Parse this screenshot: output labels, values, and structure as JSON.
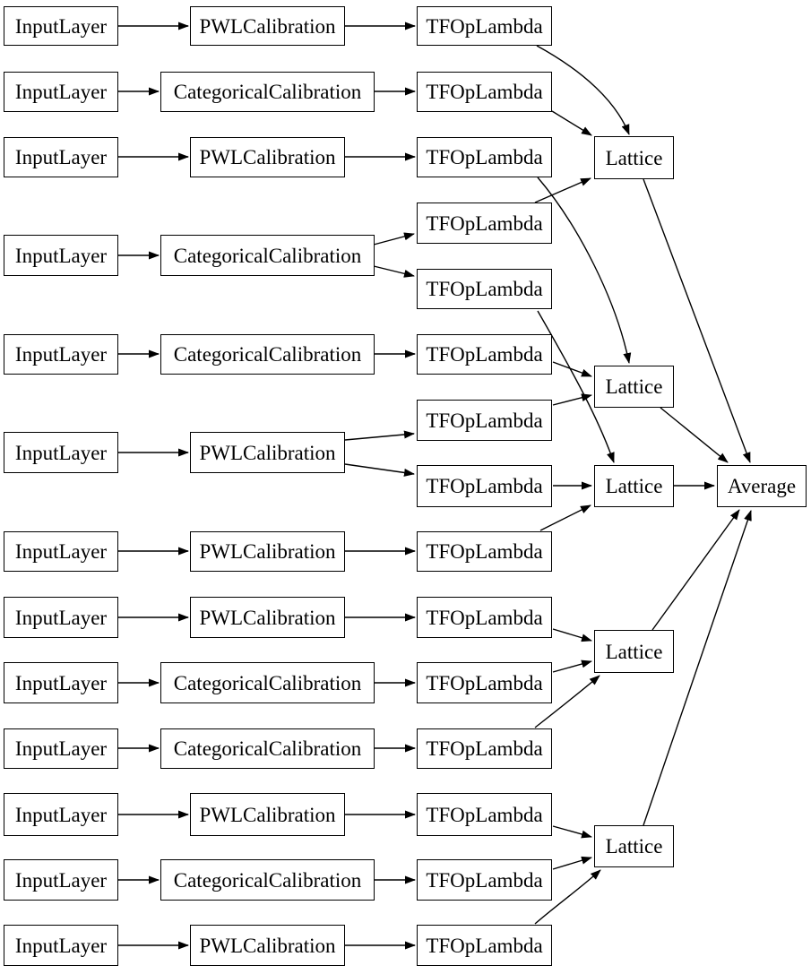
{
  "diagram": {
    "kind": "neural-network-model-graph",
    "background_color": "#ffffff",
    "node_fill_color": "#ffffff",
    "node_border_color": "#000000",
    "edge_color": "#000000"
  },
  "nodes": {
    "in1": {
      "label": "InputLayer"
    },
    "in2": {
      "label": "InputLayer"
    },
    "in3": {
      "label": "InputLayer"
    },
    "in4": {
      "label": "InputLayer"
    },
    "in5": {
      "label": "InputLayer"
    },
    "in6": {
      "label": "InputLayer"
    },
    "in7": {
      "label": "InputLayer"
    },
    "in8": {
      "label": "InputLayer"
    },
    "in9": {
      "label": "InputLayer"
    },
    "in10": {
      "label": "InputLayer"
    },
    "in11": {
      "label": "InputLayer"
    },
    "in12": {
      "label": "InputLayer"
    },
    "in13": {
      "label": "InputLayer"
    },
    "cal1": {
      "label": "PWLCalibration"
    },
    "cal2": {
      "label": "CategoricalCalibration"
    },
    "cal3": {
      "label": "PWLCalibration"
    },
    "cal4": {
      "label": "CategoricalCalibration"
    },
    "cal5": {
      "label": "CategoricalCalibration"
    },
    "cal6": {
      "label": "PWLCalibration"
    },
    "cal7": {
      "label": "PWLCalibration"
    },
    "cal8": {
      "label": "PWLCalibration"
    },
    "cal9": {
      "label": "CategoricalCalibration"
    },
    "cal10": {
      "label": "CategoricalCalibration"
    },
    "cal11": {
      "label": "PWLCalibration"
    },
    "cal12": {
      "label": "CategoricalCalibration"
    },
    "cal13": {
      "label": "PWLCalibration"
    },
    "tf1": {
      "label": "TFOpLambda"
    },
    "tf2": {
      "label": "TFOpLambda"
    },
    "tf3": {
      "label": "TFOpLambda"
    },
    "tf4": {
      "label": "TFOpLambda"
    },
    "tf5": {
      "label": "TFOpLambda"
    },
    "tf6": {
      "label": "TFOpLambda"
    },
    "tf7": {
      "label": "TFOpLambda"
    },
    "tf8": {
      "label": "TFOpLambda"
    },
    "tf9": {
      "label": "TFOpLambda"
    },
    "tf10": {
      "label": "TFOpLambda"
    },
    "tf11": {
      "label": "TFOpLambda"
    },
    "tf12": {
      "label": "TFOpLambda"
    },
    "tf13": {
      "label": "TFOpLambda"
    },
    "tf14": {
      "label": "TFOpLambda"
    },
    "tf15": {
      "label": "TFOpLambda"
    },
    "lat1": {
      "label": "Lattice"
    },
    "lat2": {
      "label": "Lattice"
    },
    "lat3": {
      "label": "Lattice"
    },
    "lat4": {
      "label": "Lattice"
    },
    "lat5": {
      "label": "Lattice"
    },
    "avg": {
      "label": "Average"
    }
  },
  "edges": [
    [
      "in1",
      "cal1"
    ],
    [
      "in2",
      "cal2"
    ],
    [
      "in3",
      "cal3"
    ],
    [
      "in4",
      "cal4"
    ],
    [
      "in5",
      "cal5"
    ],
    [
      "in6",
      "cal6"
    ],
    [
      "in7",
      "cal7"
    ],
    [
      "in8",
      "cal8"
    ],
    [
      "in9",
      "cal9"
    ],
    [
      "in10",
      "cal10"
    ],
    [
      "in11",
      "cal11"
    ],
    [
      "in12",
      "cal12"
    ],
    [
      "in13",
      "cal13"
    ],
    [
      "cal1",
      "tf1"
    ],
    [
      "cal2",
      "tf2"
    ],
    [
      "cal3",
      "tf3"
    ],
    [
      "cal4",
      "tf4"
    ],
    [
      "cal4",
      "tf5"
    ],
    [
      "cal5",
      "tf6"
    ],
    [
      "cal6",
      "tf7"
    ],
    [
      "cal6",
      "tf8"
    ],
    [
      "cal7",
      "tf9"
    ],
    [
      "cal8",
      "tf10"
    ],
    [
      "cal9",
      "tf11"
    ],
    [
      "cal10",
      "tf12"
    ],
    [
      "cal11",
      "tf13"
    ],
    [
      "cal12",
      "tf14"
    ],
    [
      "cal13",
      "tf15"
    ],
    [
      "tf1",
      "lat1"
    ],
    [
      "tf2",
      "lat1"
    ],
    [
      "tf4",
      "lat1"
    ],
    [
      "tf3",
      "lat2"
    ],
    [
      "tf6",
      "lat2"
    ],
    [
      "tf7",
      "lat2"
    ],
    [
      "tf5",
      "lat3"
    ],
    [
      "tf8",
      "lat3"
    ],
    [
      "tf9",
      "lat3"
    ],
    [
      "tf10",
      "lat4"
    ],
    [
      "tf11",
      "lat4"
    ],
    [
      "tf12",
      "lat4"
    ],
    [
      "tf13",
      "lat5"
    ],
    [
      "tf14",
      "lat5"
    ],
    [
      "tf15",
      "lat5"
    ],
    [
      "lat1",
      "avg"
    ],
    [
      "lat2",
      "avg"
    ],
    [
      "lat3",
      "avg"
    ],
    [
      "lat4",
      "avg"
    ],
    [
      "lat5",
      "avg"
    ]
  ]
}
